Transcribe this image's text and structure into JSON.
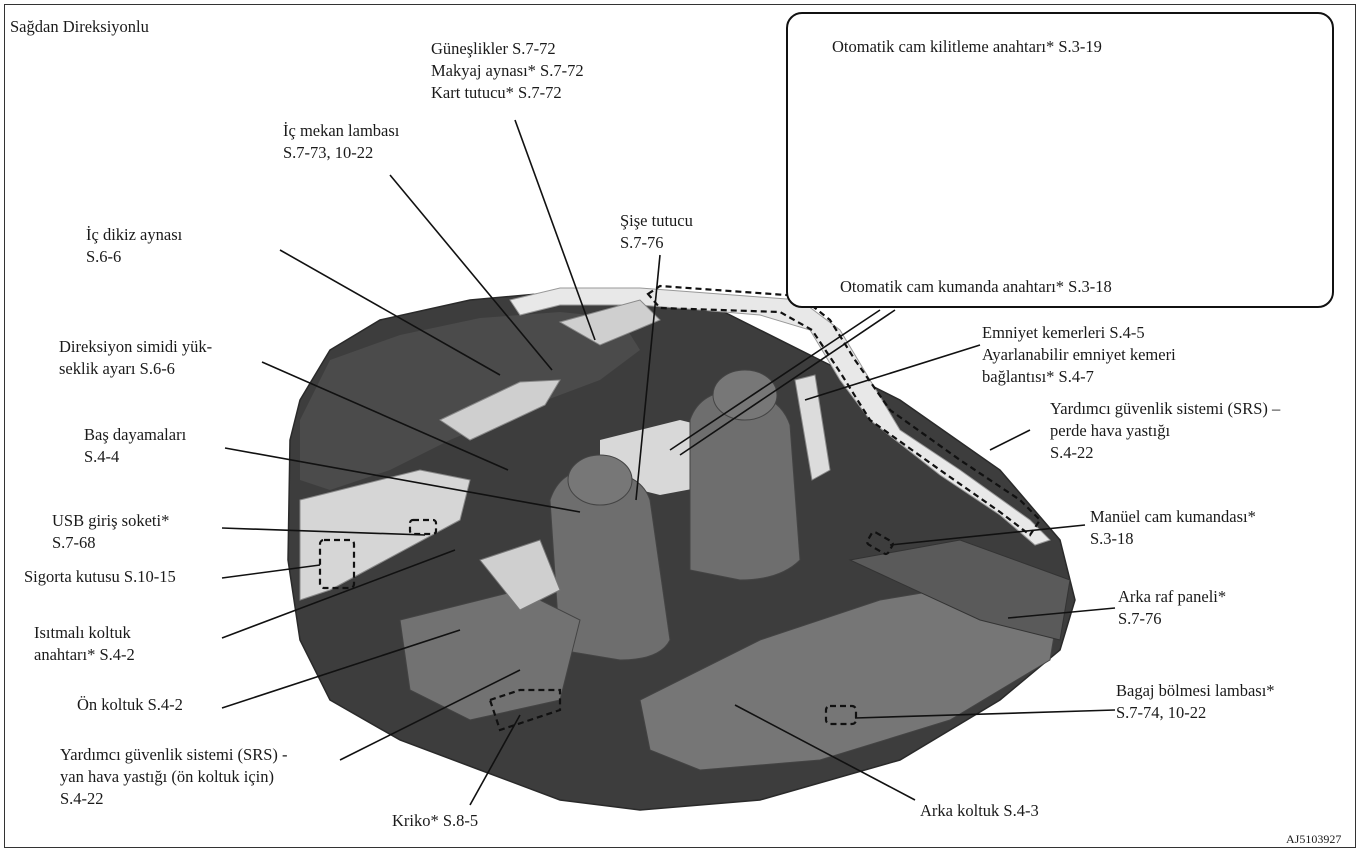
{
  "header": {
    "title": "Sağdan Direksiyonlu"
  },
  "figure_code": "AJ5103927",
  "colors": {
    "interior_dark": "#3a3a3a",
    "interior_mid": "#5a5a5a",
    "seat": "#6e6e6e",
    "trim_light": "#e6e6e6",
    "leader": "#1a1a1a"
  },
  "inset": {
    "top_label": "Otomatik cam kilitleme anahtarı* S.3-19",
    "bottom_label": "Otomatik cam kumanda anahtarı* S.3-18"
  },
  "labels": {
    "gunes": {
      "lines": [
        "Güneşlikler S.7-72",
        "Makyaj aynası* S.7-72",
        "Kart tutucu* S.7-72"
      ]
    },
    "ic_lamba": {
      "lines": [
        "İç mekan lambası",
        "S.7-73, 10-22"
      ]
    },
    "sise": {
      "lines": [
        "Şişe tutucu",
        "S.7-76"
      ]
    },
    "dikiz": {
      "lines": [
        "İç dikiz aynası",
        "S.6-6"
      ]
    },
    "direksiyon": {
      "lines": [
        "Direksiyon simidi yük-",
        "seklik ayarı S.6-6"
      ]
    },
    "bas": {
      "lines": [
        "Baş dayamaları",
        "S.4-4"
      ]
    },
    "usb": {
      "lines": [
        "USB giriş soketi*",
        "S.7-68"
      ]
    },
    "sigorta": {
      "lines": [
        "Sigorta kutusu S.10-15"
      ]
    },
    "isitmali": {
      "lines": [
        "Isıtmalı koltuk",
        "anahtarı* S.4-2"
      ]
    },
    "on_koltuk": {
      "lines": [
        "Ön koltuk S.4-2"
      ]
    },
    "srs_yan": {
      "lines": [
        "Yardımcı güvenlik sistemi (SRS) -",
        "yan hava yastığı (ön koltuk için)",
        "S.4-22"
      ]
    },
    "kriko": {
      "lines": [
        "Kriko* S.8-5"
      ]
    },
    "arka_koltuk": {
      "lines": [
        "Arka koltuk S.4-3"
      ]
    },
    "emniyet": {
      "lines": [
        "Emniyet kemerleri S.4-5",
        "Ayarlanabilir emniyet kemeri",
        "bağlantısı* S.4-7"
      ]
    },
    "srs_perde": {
      "lines": [
        "Yardımcı güvenlik sistemi (SRS) –",
        "perde hava yastığı",
        "S.4-22"
      ]
    },
    "manuel": {
      "lines": [
        "Manüel cam kumandası*",
        "S.3-18"
      ]
    },
    "raf": {
      "lines": [
        "Arka raf paneli*",
        "S.7-76"
      ]
    },
    "bagaj": {
      "lines": [
        "Bagaj bölmesi lambası*",
        "S.7-74, 10-22"
      ]
    }
  }
}
